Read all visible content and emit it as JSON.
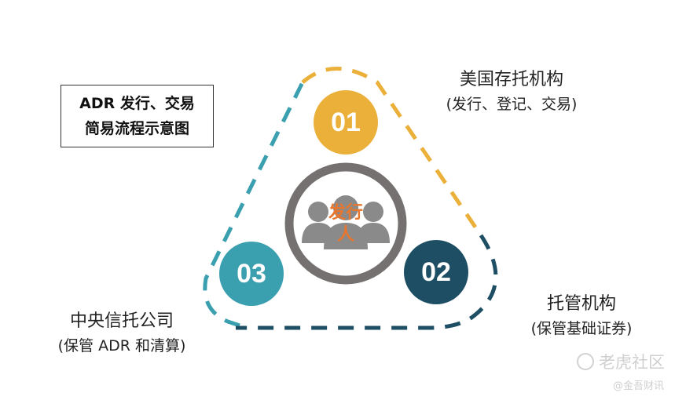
{
  "title": {
    "line1": "ADR 发行、交易",
    "line2": "简易流程示意图"
  },
  "center": {
    "label_line1": "发行",
    "label_line2": "人",
    "icon": "people-group-icon"
  },
  "nodes": [
    {
      "number": "01",
      "name": "美国存托机构",
      "role": "(发行、登记、交易)",
      "color": "#eab03a"
    },
    {
      "number": "02",
      "name": "托管机构",
      "role": "(保管基础证券)",
      "color": "#1d4e63"
    },
    {
      "number": "03",
      "name": "中央信托公司",
      "role": "(保管 ADR 和清算)",
      "color": "#3a9fae"
    }
  ],
  "colors": {
    "ring": "#757171",
    "icon": "#8a8a8a",
    "issuer_text": "#e8762c"
  },
  "watermark": {
    "main": "老虎社区",
    "sub": "@金吾财讯"
  }
}
